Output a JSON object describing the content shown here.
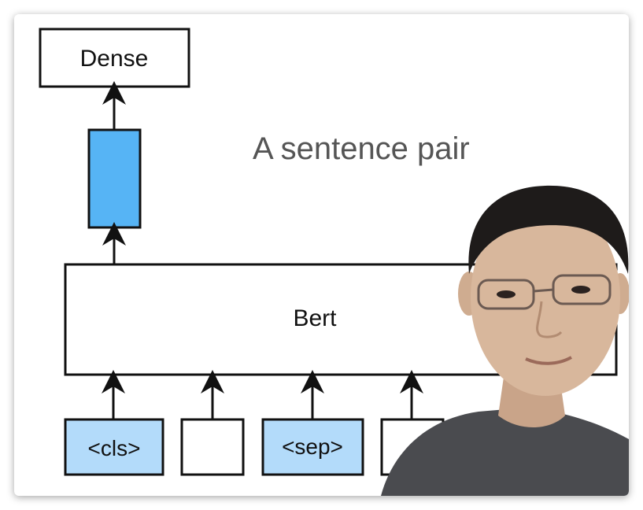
{
  "title": "A sentence pair",
  "nodes": {
    "dense": "Dense",
    "bert": "Bert",
    "tokens": [
      "<cls>",
      "",
      "<sep>",
      ""
    ]
  },
  "presenter": {
    "description_icon": "presenter-video-icon"
  },
  "colors": {
    "highlight_blue": "#56b4f5",
    "token_blue": "#b3dbfa",
    "stroke": "#111111",
    "shirt": "#4a4b4f",
    "skin": "#d8b79c",
    "hair": "#1e1b1a"
  }
}
